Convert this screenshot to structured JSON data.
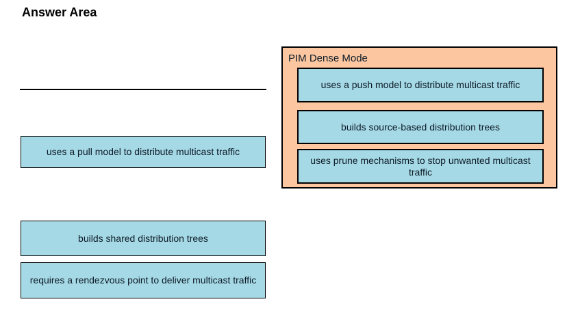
{
  "page": {
    "title": "Answer Area"
  },
  "colors": {
    "box_fill": "#a5d9e5",
    "box_border": "#000000",
    "container_fill": "#fbc6a0",
    "container_border": "#000000",
    "text_color": "#0c1a26",
    "line_color": "#000000"
  },
  "left_options": [
    {
      "label": "uses a pull model to distribute multicast traffic"
    },
    {
      "label": "builds shared distribution trees"
    },
    {
      "label": "requires a rendezvous point to deliver multicast traffic"
    }
  ],
  "target_group": {
    "title": "PIM Dense Mode",
    "items": [
      {
        "label": "uses a push model to distribute multicast traffic"
      },
      {
        "label": "builds source-based distribution trees"
      },
      {
        "label": "uses prune mechanisms to stop unwanted multicast traffic"
      }
    ]
  }
}
